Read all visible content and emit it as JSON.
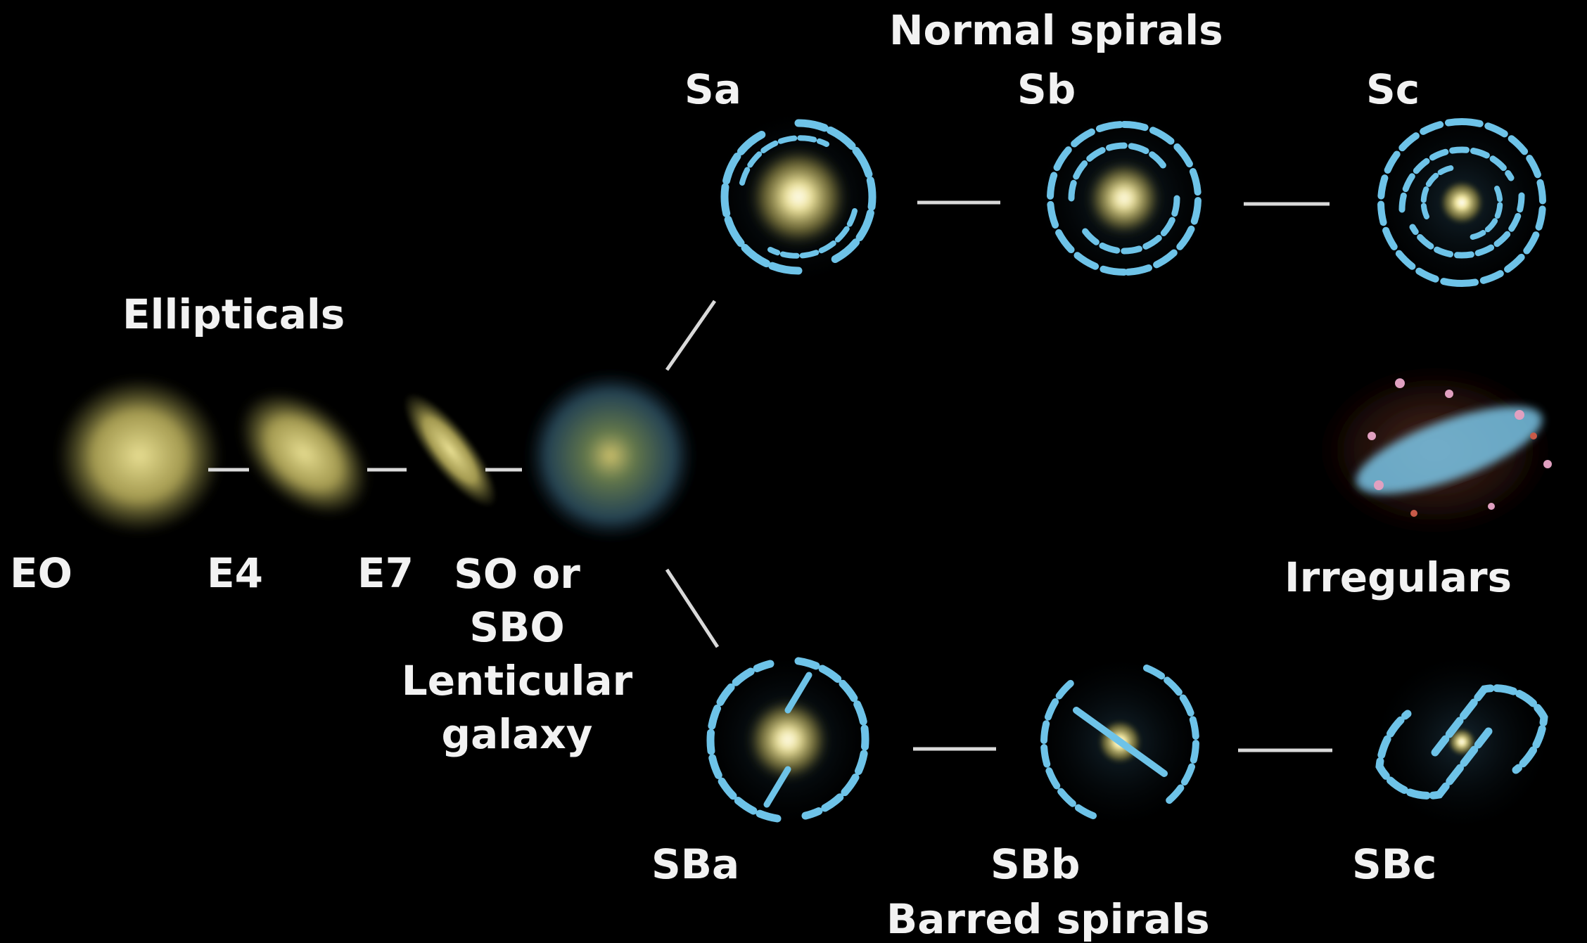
{
  "labels": {
    "normal_spirals": "Normal spirals",
    "sa": "Sa",
    "sb": "Sb",
    "sc": "Sc",
    "ellipticals": "Ellipticals",
    "e0": "EO",
    "e4": "E4",
    "e7": "E7",
    "lenticular_line1": "SO or",
    "lenticular_line2": "SBO",
    "lenticular_line3": "Lenticular",
    "lenticular_line4": "galaxy",
    "irregulars": "Irregulars",
    "sba": "SBa",
    "sbb": "SBb",
    "sbc": "SBc",
    "barred_spirals": "Barred spirals"
  },
  "colors": {
    "background": "#000000",
    "text": "#f2f2f2",
    "connector": "#d9d9d9",
    "elliptical": "#e6d97a",
    "spiral_arm": "#6ec3e8",
    "core": "#fff6c8",
    "irregular_red": "#c0503a"
  }
}
